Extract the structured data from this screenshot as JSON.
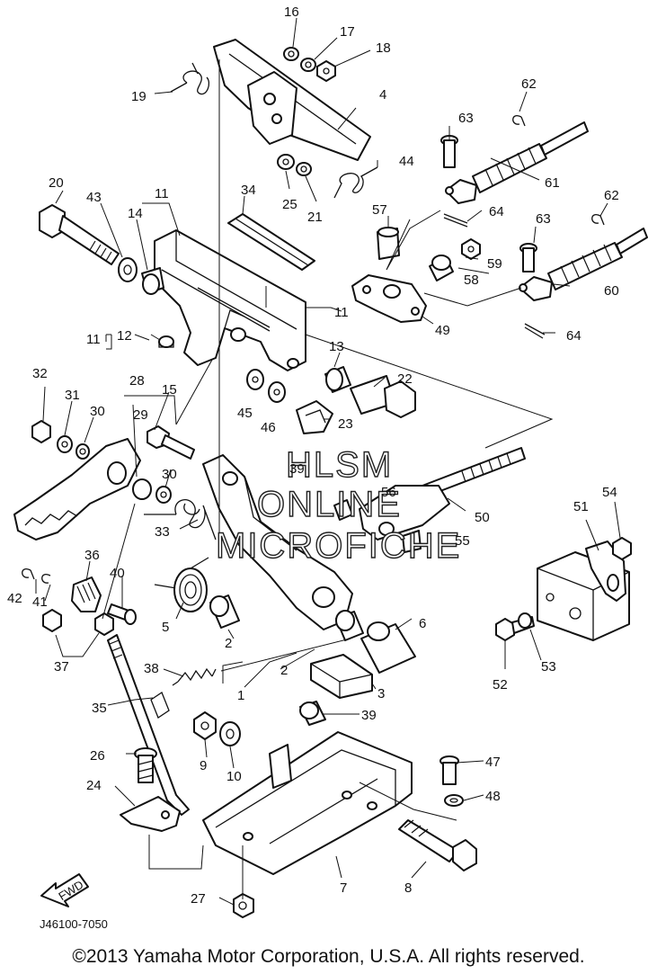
{
  "diagram": {
    "code": "J46100-7050",
    "watermark": [
      "HLSM",
      "ONLINE",
      "MICROFICHE"
    ],
    "front_arrow": "FWD",
    "copyright": "©2013 Yamaha Motor Corporation, U.S.A. All rights reserved."
  },
  "callouts": [
    {
      "id": "c1",
      "text": "1"
    },
    {
      "id": "c2a",
      "text": "2"
    },
    {
      "id": "c2b",
      "text": "2"
    },
    {
      "id": "c3",
      "text": "3"
    },
    {
      "id": "c4",
      "text": "4"
    },
    {
      "id": "c5",
      "text": "5"
    },
    {
      "id": "c6",
      "text": "6"
    },
    {
      "id": "c7",
      "text": "7"
    },
    {
      "id": "c8",
      "text": "8"
    },
    {
      "id": "c9",
      "text": "9"
    },
    {
      "id": "c10",
      "text": "10"
    },
    {
      "id": "c11a",
      "text": "11"
    },
    {
      "id": "c11b",
      "text": "11"
    },
    {
      "id": "c11c",
      "text": "11"
    },
    {
      "id": "c12",
      "text": "12"
    },
    {
      "id": "c13",
      "text": "13"
    },
    {
      "id": "c14",
      "text": "14"
    },
    {
      "id": "c15",
      "text": "15"
    },
    {
      "id": "c16",
      "text": "16"
    },
    {
      "id": "c17",
      "text": "17"
    },
    {
      "id": "c18",
      "text": "18"
    },
    {
      "id": "c19",
      "text": "19"
    },
    {
      "id": "c20",
      "text": "20"
    },
    {
      "id": "c21",
      "text": "21"
    },
    {
      "id": "c22",
      "text": "22"
    },
    {
      "id": "c23",
      "text": "23"
    },
    {
      "id": "c24",
      "text": "24"
    },
    {
      "id": "c25",
      "text": "25"
    },
    {
      "id": "c26",
      "text": "26"
    },
    {
      "id": "c27",
      "text": "27"
    },
    {
      "id": "c28",
      "text": "28"
    },
    {
      "id": "c29",
      "text": "29"
    },
    {
      "id": "c30a",
      "text": "30"
    },
    {
      "id": "c30b",
      "text": "30"
    },
    {
      "id": "c31",
      "text": "31"
    },
    {
      "id": "c32",
      "text": "32"
    },
    {
      "id": "c33",
      "text": "33"
    },
    {
      "id": "c34",
      "text": "34"
    },
    {
      "id": "c35",
      "text": "35"
    },
    {
      "id": "c36",
      "text": "36"
    },
    {
      "id": "c37",
      "text": "37"
    },
    {
      "id": "c38",
      "text": "38"
    },
    {
      "id": "c39a",
      "text": "39"
    },
    {
      "id": "c39b",
      "text": "39"
    },
    {
      "id": "c40",
      "text": "40"
    },
    {
      "id": "c41",
      "text": "41"
    },
    {
      "id": "c42",
      "text": "42"
    },
    {
      "id": "c43",
      "text": "43"
    },
    {
      "id": "c44",
      "text": "44"
    },
    {
      "id": "c45",
      "text": "45"
    },
    {
      "id": "c46",
      "text": "46"
    },
    {
      "id": "c47",
      "text": "47"
    },
    {
      "id": "c48",
      "text": "48"
    },
    {
      "id": "c49",
      "text": "49"
    },
    {
      "id": "c50",
      "text": "50"
    },
    {
      "id": "c51",
      "text": "51"
    },
    {
      "id": "c52",
      "text": "52"
    },
    {
      "id": "c53",
      "text": "53"
    },
    {
      "id": "c54",
      "text": "54"
    },
    {
      "id": "c55",
      "text": "55"
    },
    {
      "id": "c56",
      "text": "56"
    },
    {
      "id": "c57",
      "text": "57"
    },
    {
      "id": "c58",
      "text": "58"
    },
    {
      "id": "c59",
      "text": "59"
    },
    {
      "id": "c60",
      "text": "60"
    },
    {
      "id": "c61",
      "text": "61"
    },
    {
      "id": "c62a",
      "text": "62"
    },
    {
      "id": "c62b",
      "text": "62"
    },
    {
      "id": "c63a",
      "text": "63"
    },
    {
      "id": "c63b",
      "text": "63"
    },
    {
      "id": "c64a",
      "text": "64"
    },
    {
      "id": "c64b",
      "text": "64"
    }
  ]
}
